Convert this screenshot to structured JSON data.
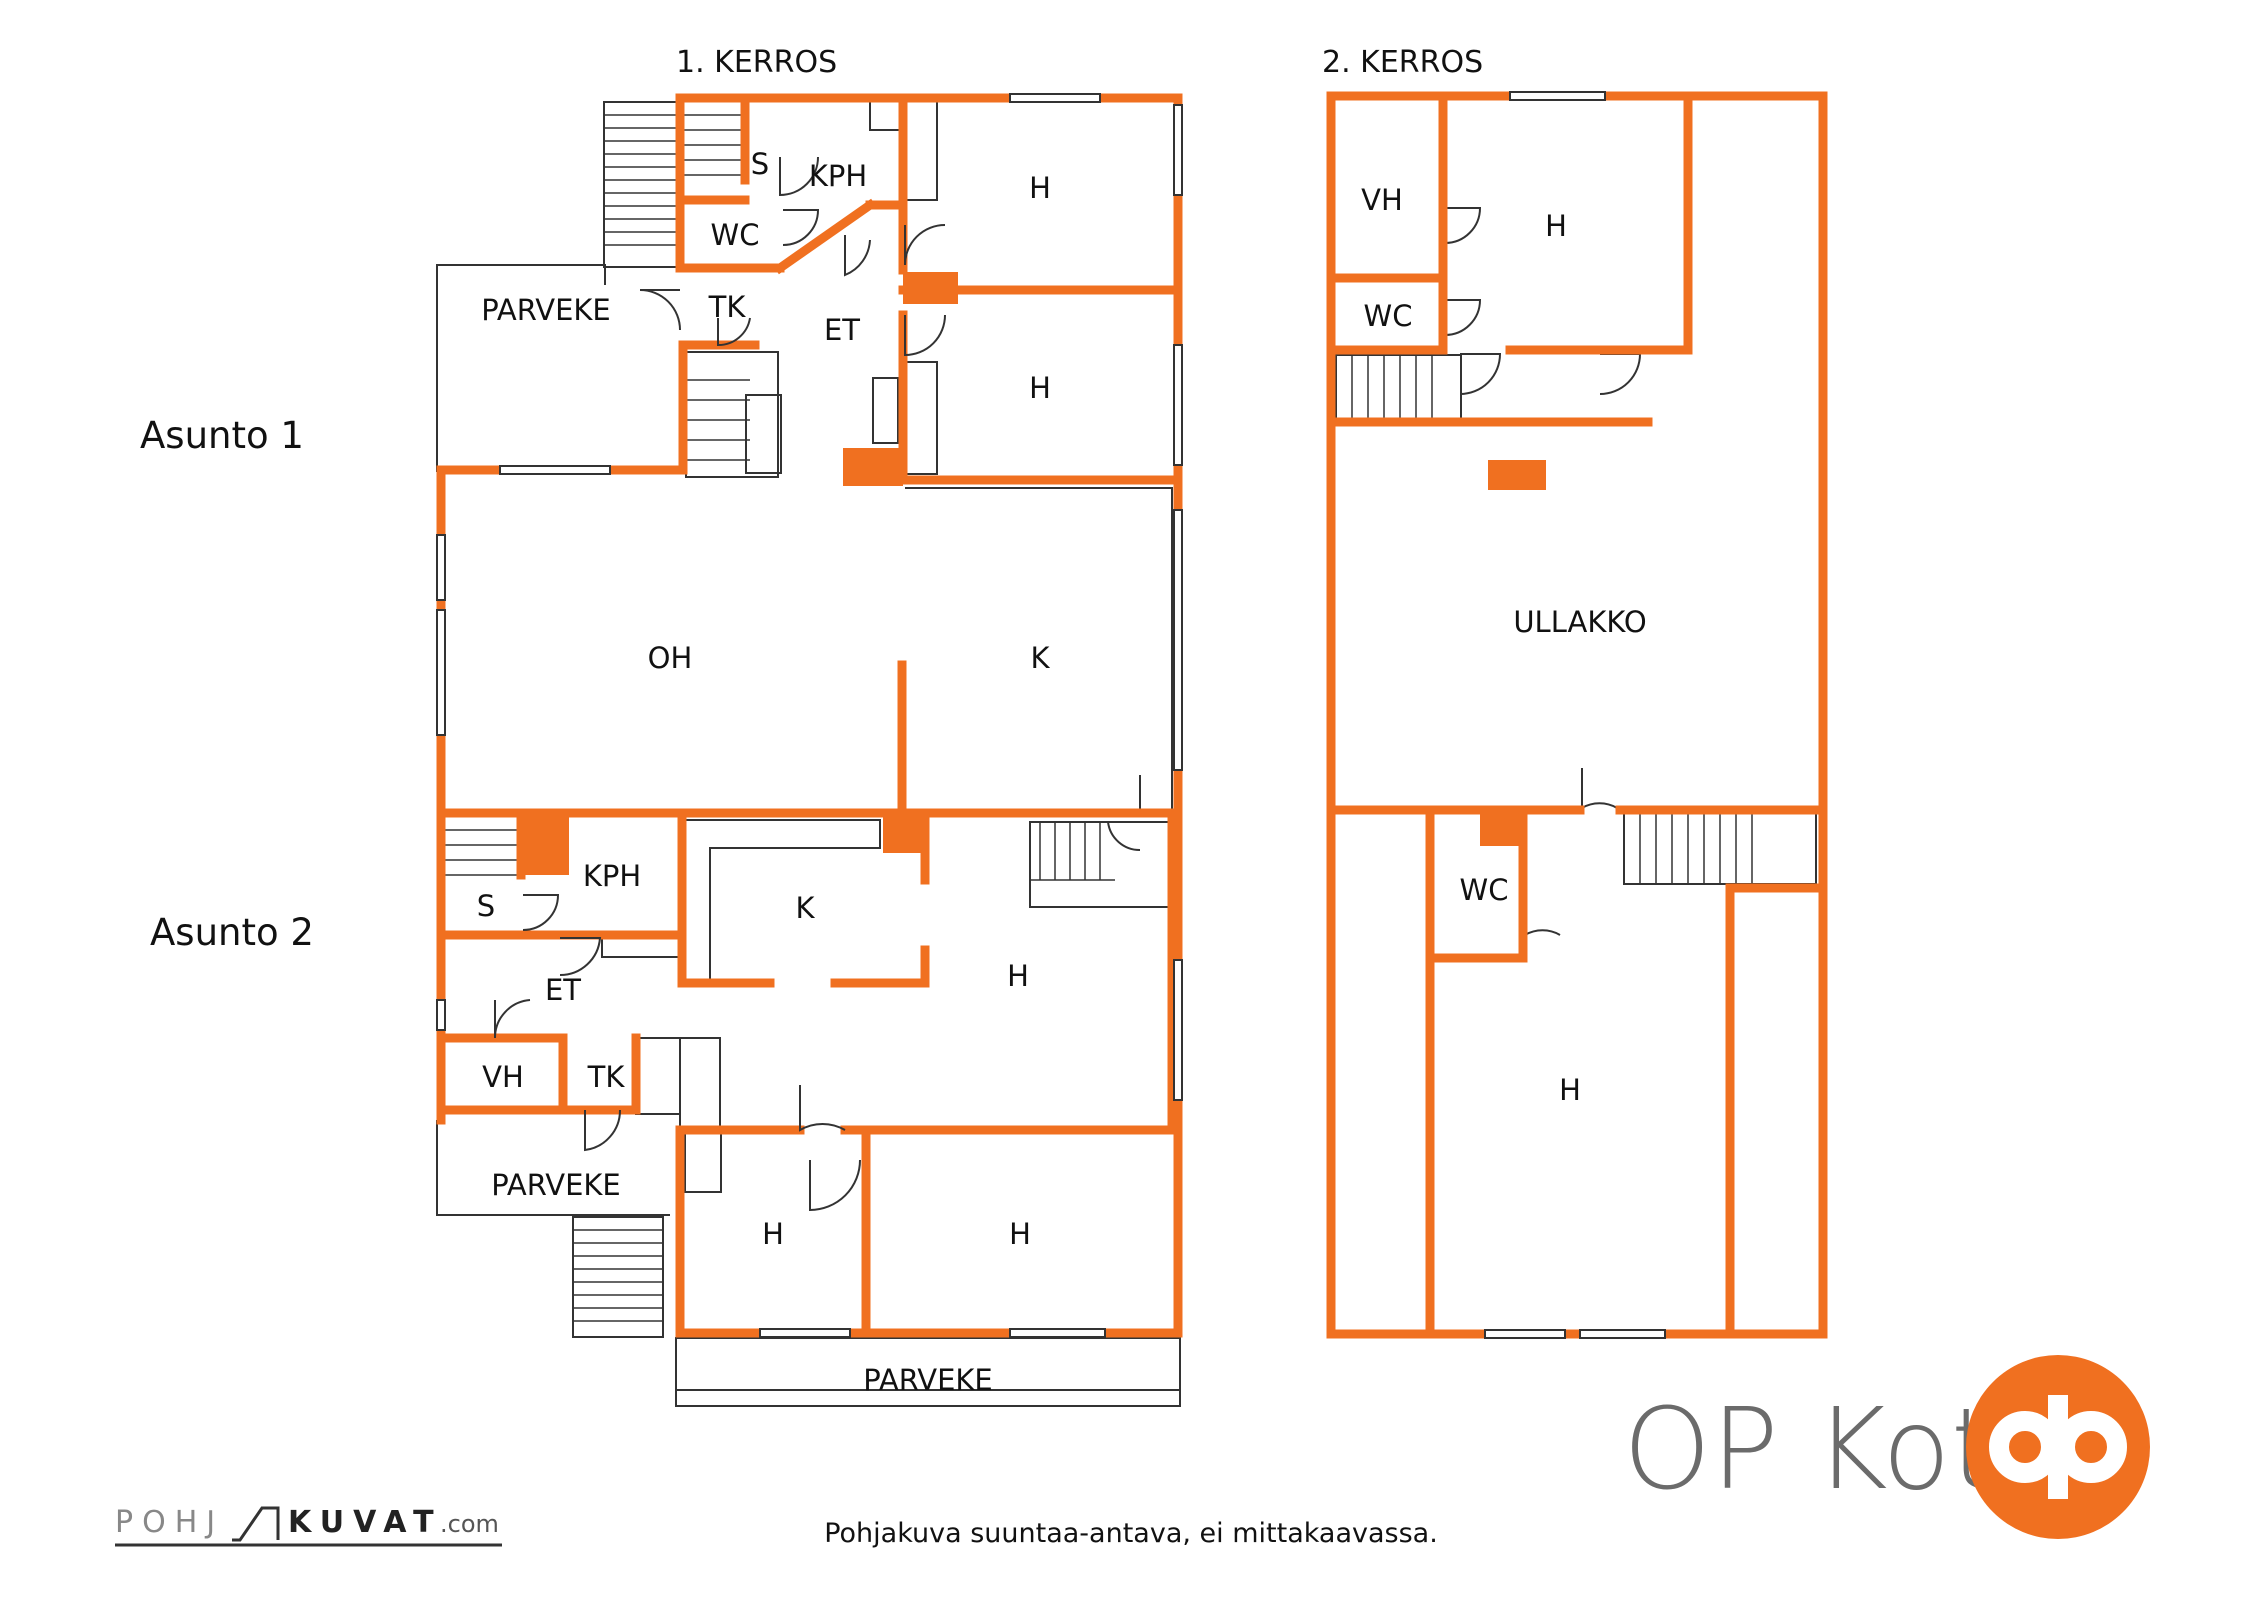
{
  "headings": {
    "floor1": "1. KERROS",
    "floor2": "2. KERROS"
  },
  "units": {
    "unit1": "Asunto 1",
    "unit2": "Asunto 2"
  },
  "rooms_floor1_unit1": {
    "s": "S",
    "kph": "KPH",
    "wc": "WC",
    "h_top": "H",
    "h_mid": "H",
    "parveke": "PARVEKE",
    "tk": "TK",
    "et": "ET",
    "oh": "OH",
    "k": "K"
  },
  "rooms_floor1_unit2": {
    "kph": "KPH",
    "s": "S",
    "k": "K",
    "h_big": "H",
    "et": "ET",
    "vh": "VH",
    "tk": "TK",
    "parveke_left": "PARVEKE",
    "h_small": "H",
    "h_right": "H",
    "parveke_bottom": "PARVEKE"
  },
  "rooms_floor2": {
    "vh": "VH",
    "h_top": "H",
    "wc_top": "WC",
    "ullakko": "ULLAKKO",
    "wc_bottom": "WC",
    "h_bottom": "H"
  },
  "footer": {
    "note": "Pohjakuva suuntaa-antava, ei mittakaavassa.",
    "brand": "OP Koti",
    "pohjakuvat_left": "POHJ",
    "pohjakuvat_right": "KUVAT",
    "pohjakuvat_com": ".com"
  },
  "colors": {
    "wall": "#f07020",
    "line": "#333333",
    "brand_text": "#6b6b6b"
  }
}
